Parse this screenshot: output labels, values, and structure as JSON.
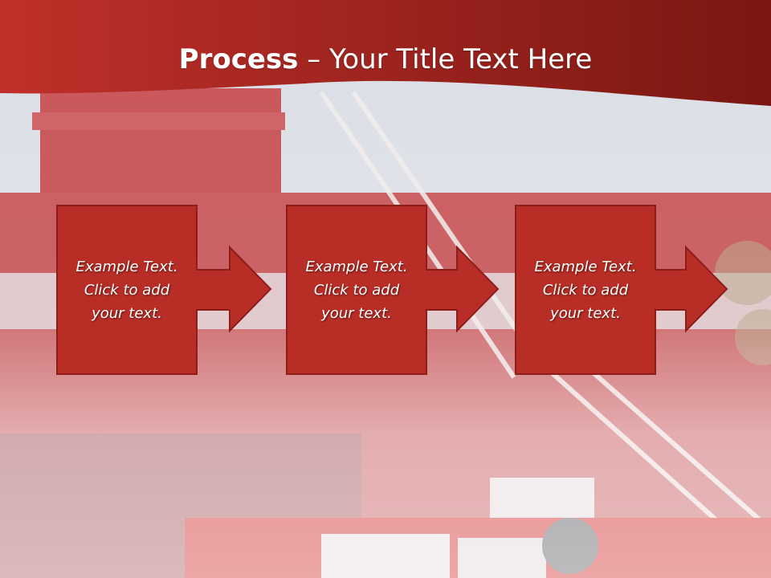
{
  "slide": {
    "title_bold": "Process",
    "title_dash": " – ",
    "title_rest": "Your Title Text Here"
  },
  "steps": [
    {
      "text": "Example Text.\nClick  to add\nyour text."
    },
    {
      "text": "Example Text.\nClick  to add\nyour text."
    },
    {
      "text": "Example Text.\nClick  to add\nyour text."
    }
  ],
  "colors": {
    "banner_dark": "#7a1712",
    "banner_light": "#c0302a",
    "box_fill": "#b82e26",
    "box_stroke": "#8c1d18",
    "arrow_fill": "#b82e26"
  }
}
